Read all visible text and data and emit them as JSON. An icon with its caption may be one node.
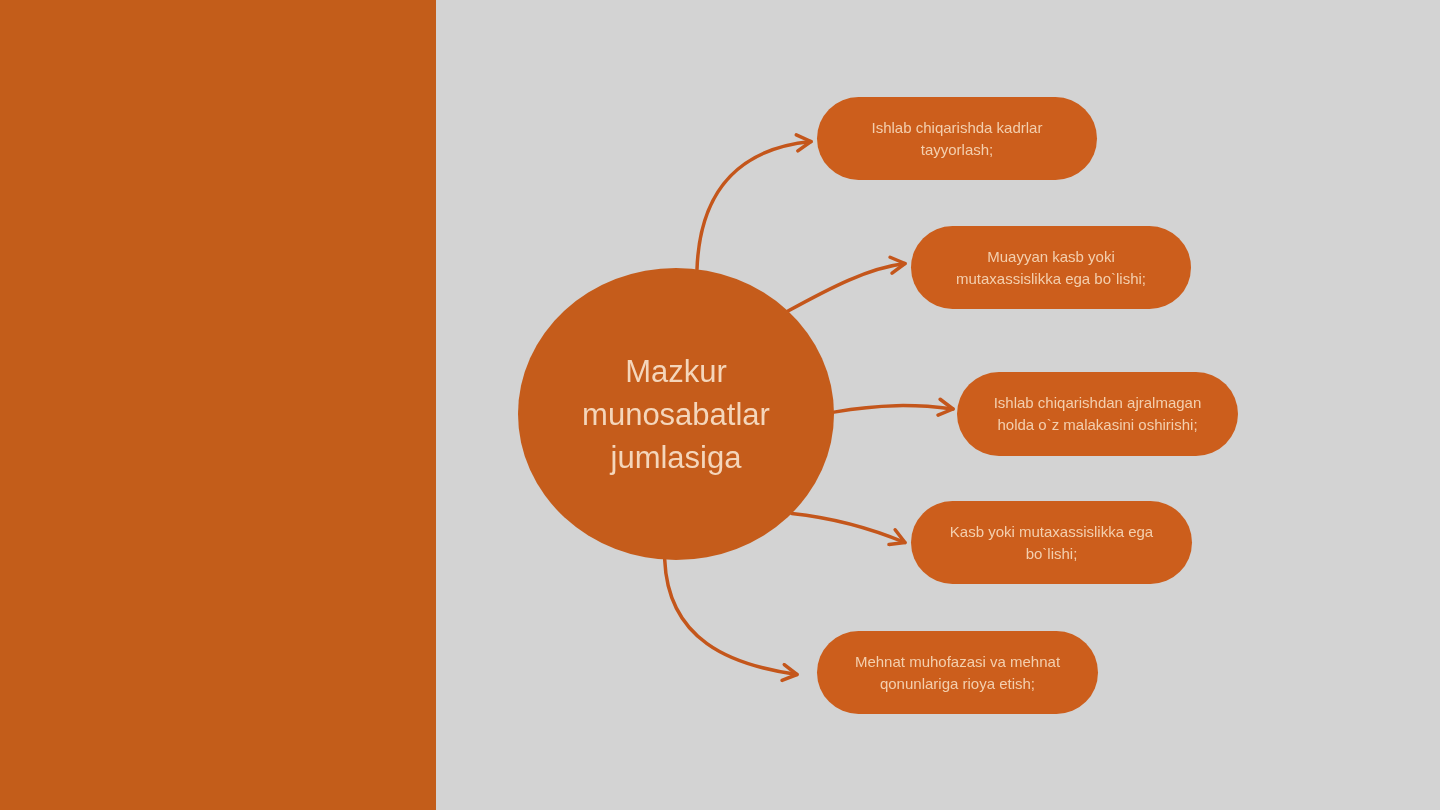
{
  "diagram": {
    "nodes": [
      {
        "text": [
          "Mazkur munosabatlar jumlasiga"
        ]
      },
      {
        "text": [
          "Ishlab chiqarishda kadrlar tayyorlash;"
        ]
      },
      {
        "text": [
          "Muayyan kasb yoki mutaxassislikka ega bo`lishi;"
        ]
      },
      {
        "text": [
          "Ishlab chiqarishdan ajralmagan holda o`z malakasini oshirishi;"
        ]
      },
      {
        "text": [
          "Kasb yoki mutaxassislikka ega bo`lishi;"
        ]
      },
      {
        "text": [
          "Mehnat muhofazasi va mehnat qonunlariga rioya etish;"
        ]
      }
    ],
    "edges": [
      {
        "from": 0,
        "to": 1,
        "arrow": "to"
      },
      {
        "from": 0,
        "to": 2,
        "arrow": "to"
      },
      {
        "from": 0,
        "to": 3,
        "arrow": "to"
      },
      {
        "from": 0,
        "to": 4,
        "arrow": "to"
      },
      {
        "from": 0,
        "to": 5,
        "arrow": "to"
      }
    ]
  }
}
